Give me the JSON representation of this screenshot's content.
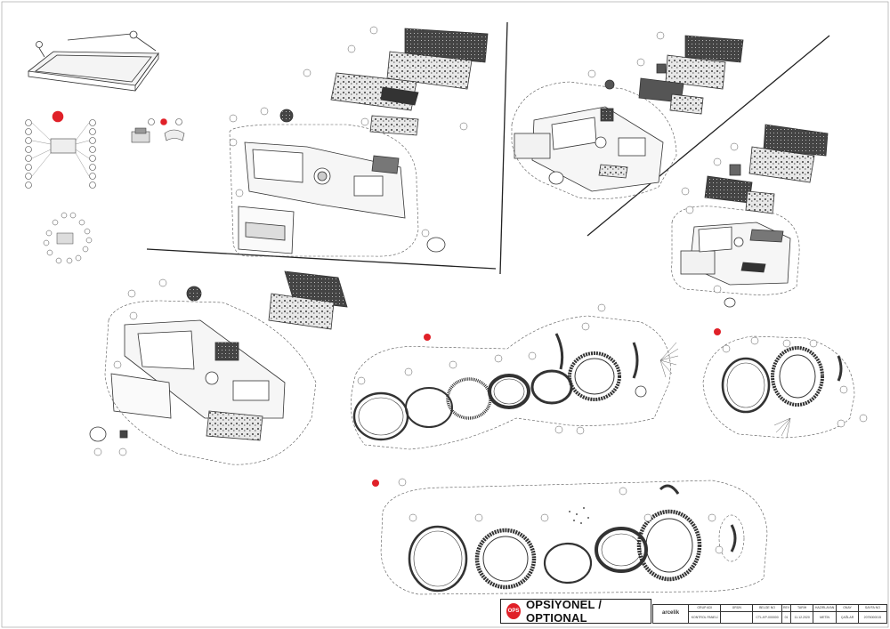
{
  "legend": {
    "badge": "OPS",
    "text": "OPSİYONEL / OPTIONAL"
  },
  "title_block": {
    "brand": "arcelik",
    "cells": [
      {
        "h": "GRUP ADI",
        "v": "KONTROL PANELİ"
      },
      {
        "h": "ÜRÜN",
        "v": ""
      },
      {
        "h": "BELGE NO",
        "v": "CTL-KP-000000"
      },
      {
        "h": "REV",
        "v": "01"
      },
      {
        "h": "TARİH",
        "v": "11.12.2020"
      },
      {
        "h": "HAZIRLAYAN",
        "v": "METİN"
      },
      {
        "h": "ONAY",
        "v": "ÇAĞLAR"
      },
      {
        "h": "SAYFA NO",
        "v": "2075000015"
      }
    ]
  },
  "colors": {
    "line": "#3a3a3a",
    "dash": "#555555",
    "ops": "#e02028",
    "part": "#777777"
  }
}
